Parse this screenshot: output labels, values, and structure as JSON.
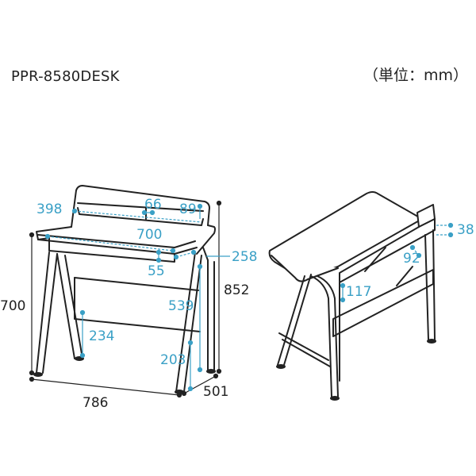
{
  "header": {
    "model": "PPR-8580DESK",
    "unit": "（単位：mm）"
  },
  "front_view": {
    "dimensions": {
      "height_total": "852",
      "height_desk": "700",
      "width_total": "786",
      "depth_total": "501",
      "shelf_width": "398",
      "shelf_gap": "66",
      "shelf_height": "89",
      "desktop_width": "700",
      "desktop_depth_from_front": "55",
      "drawer_depth": "258",
      "leg_height": "539",
      "underframe_height": "234",
      "shelf_floor_height": "203"
    }
  },
  "side_view": {
    "dimensions": {
      "shelf_thickness": "38",
      "shelf_depth": "92",
      "frame_gap": "117"
    }
  },
  "colors": {
    "line": "#222222",
    "dimension": "#3aa0c6",
    "board_fill": "#ffffff"
  }
}
